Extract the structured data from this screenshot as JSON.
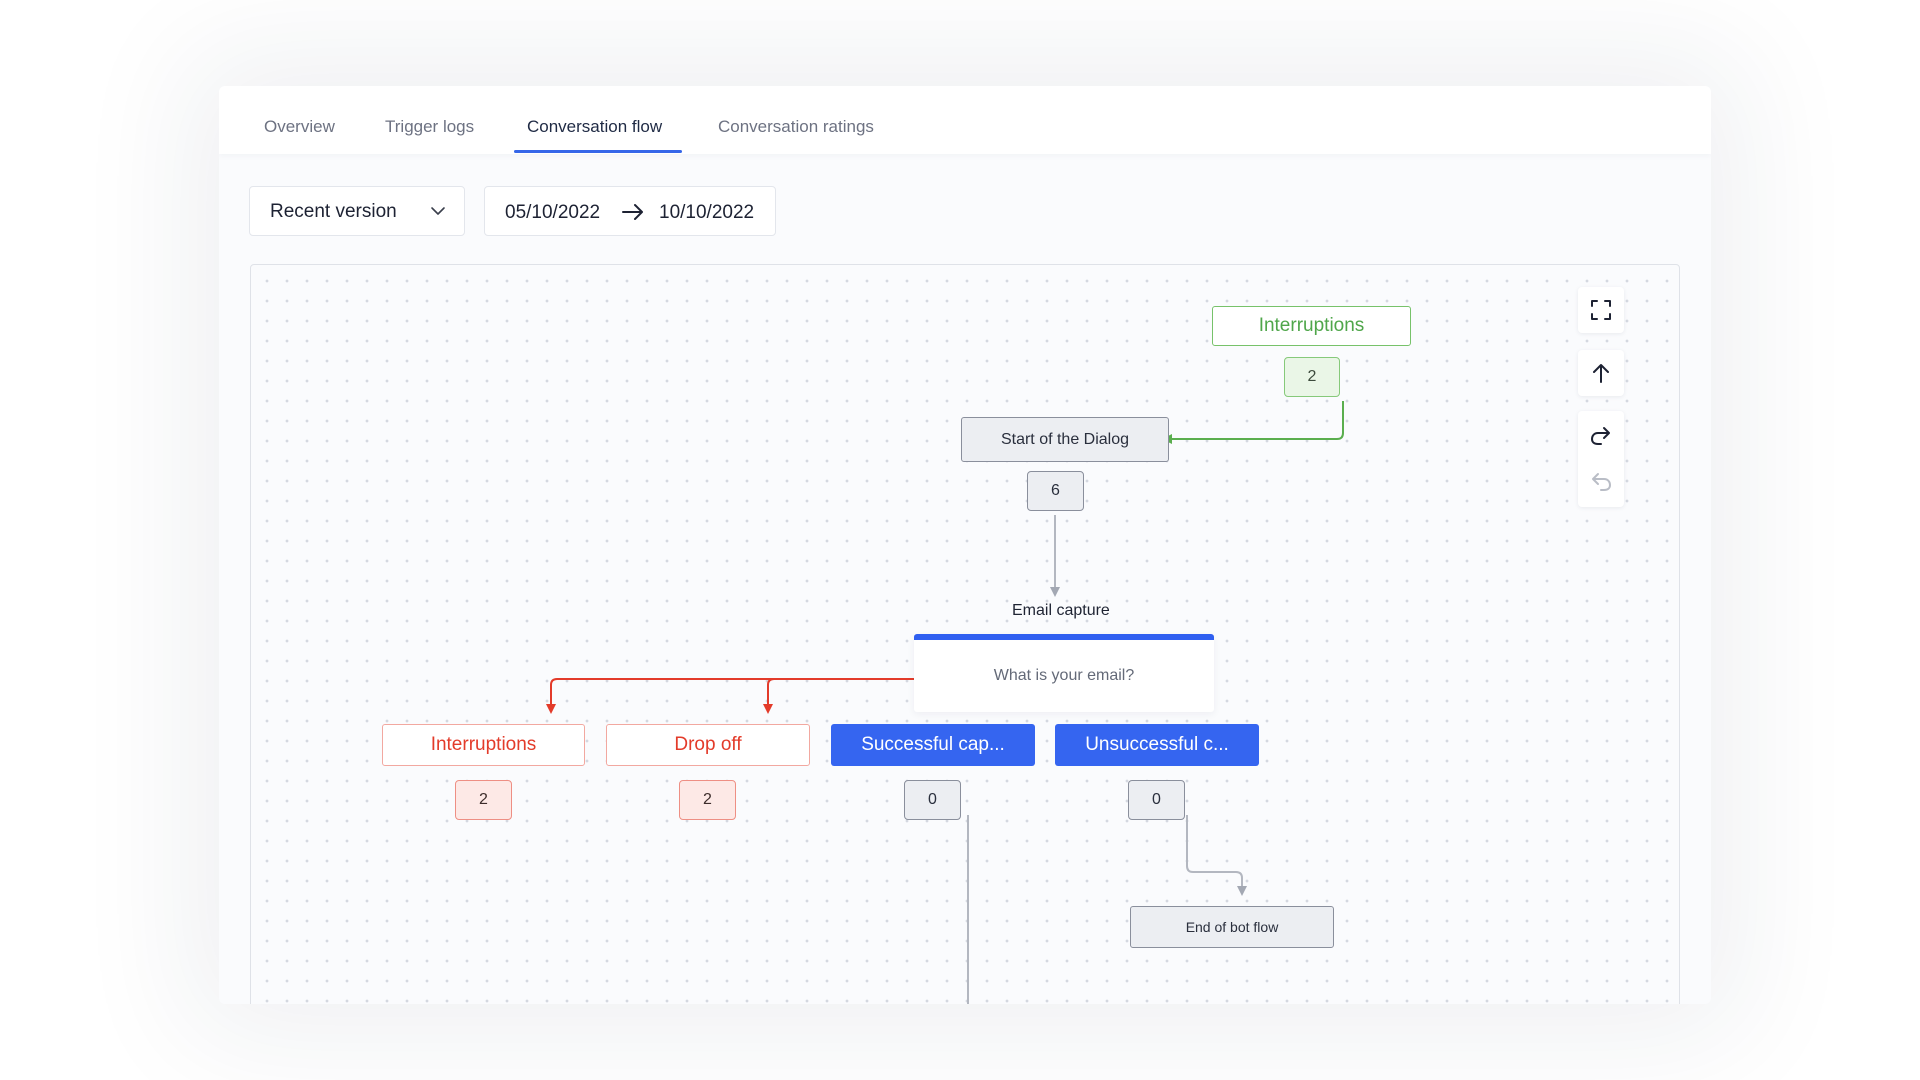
{
  "tabs": {
    "overview": "Overview",
    "trigger_logs": "Trigger logs",
    "conversation_flow": "Conversation flow",
    "conversation_ratings": "Conversation ratings",
    "active": "Conversation flow"
  },
  "filters": {
    "version": "Recent version",
    "date_from": "05/10/2022",
    "date_to": "10/10/2022"
  },
  "flow": {
    "top_interruptions": {
      "label": "Interruptions",
      "count": "2"
    },
    "start": {
      "label": "Start of the Dialog",
      "count": "6"
    },
    "email_capture": {
      "title": "Email capture",
      "question": "What is your email?"
    },
    "branches": {
      "interruptions": {
        "label": "Interruptions",
        "count": "2"
      },
      "drop_off": {
        "label": "Drop off",
        "count": "2"
      },
      "successful": {
        "label": "Successful cap...",
        "count": "0"
      },
      "unsuccessful": {
        "label": "Unsuccessful c...",
        "count": "0"
      }
    },
    "end": {
      "label": "End of bot flow"
    }
  },
  "colors": {
    "accent": "#3565f0",
    "success": "#4fa64a",
    "danger": "#e33b2a",
    "neutral": "#8a8f9c"
  },
  "controls": {
    "fullscreen": "fullscreen-icon",
    "up": "arrow-up-icon",
    "redo": "redo-icon",
    "undo": "undo-icon"
  }
}
